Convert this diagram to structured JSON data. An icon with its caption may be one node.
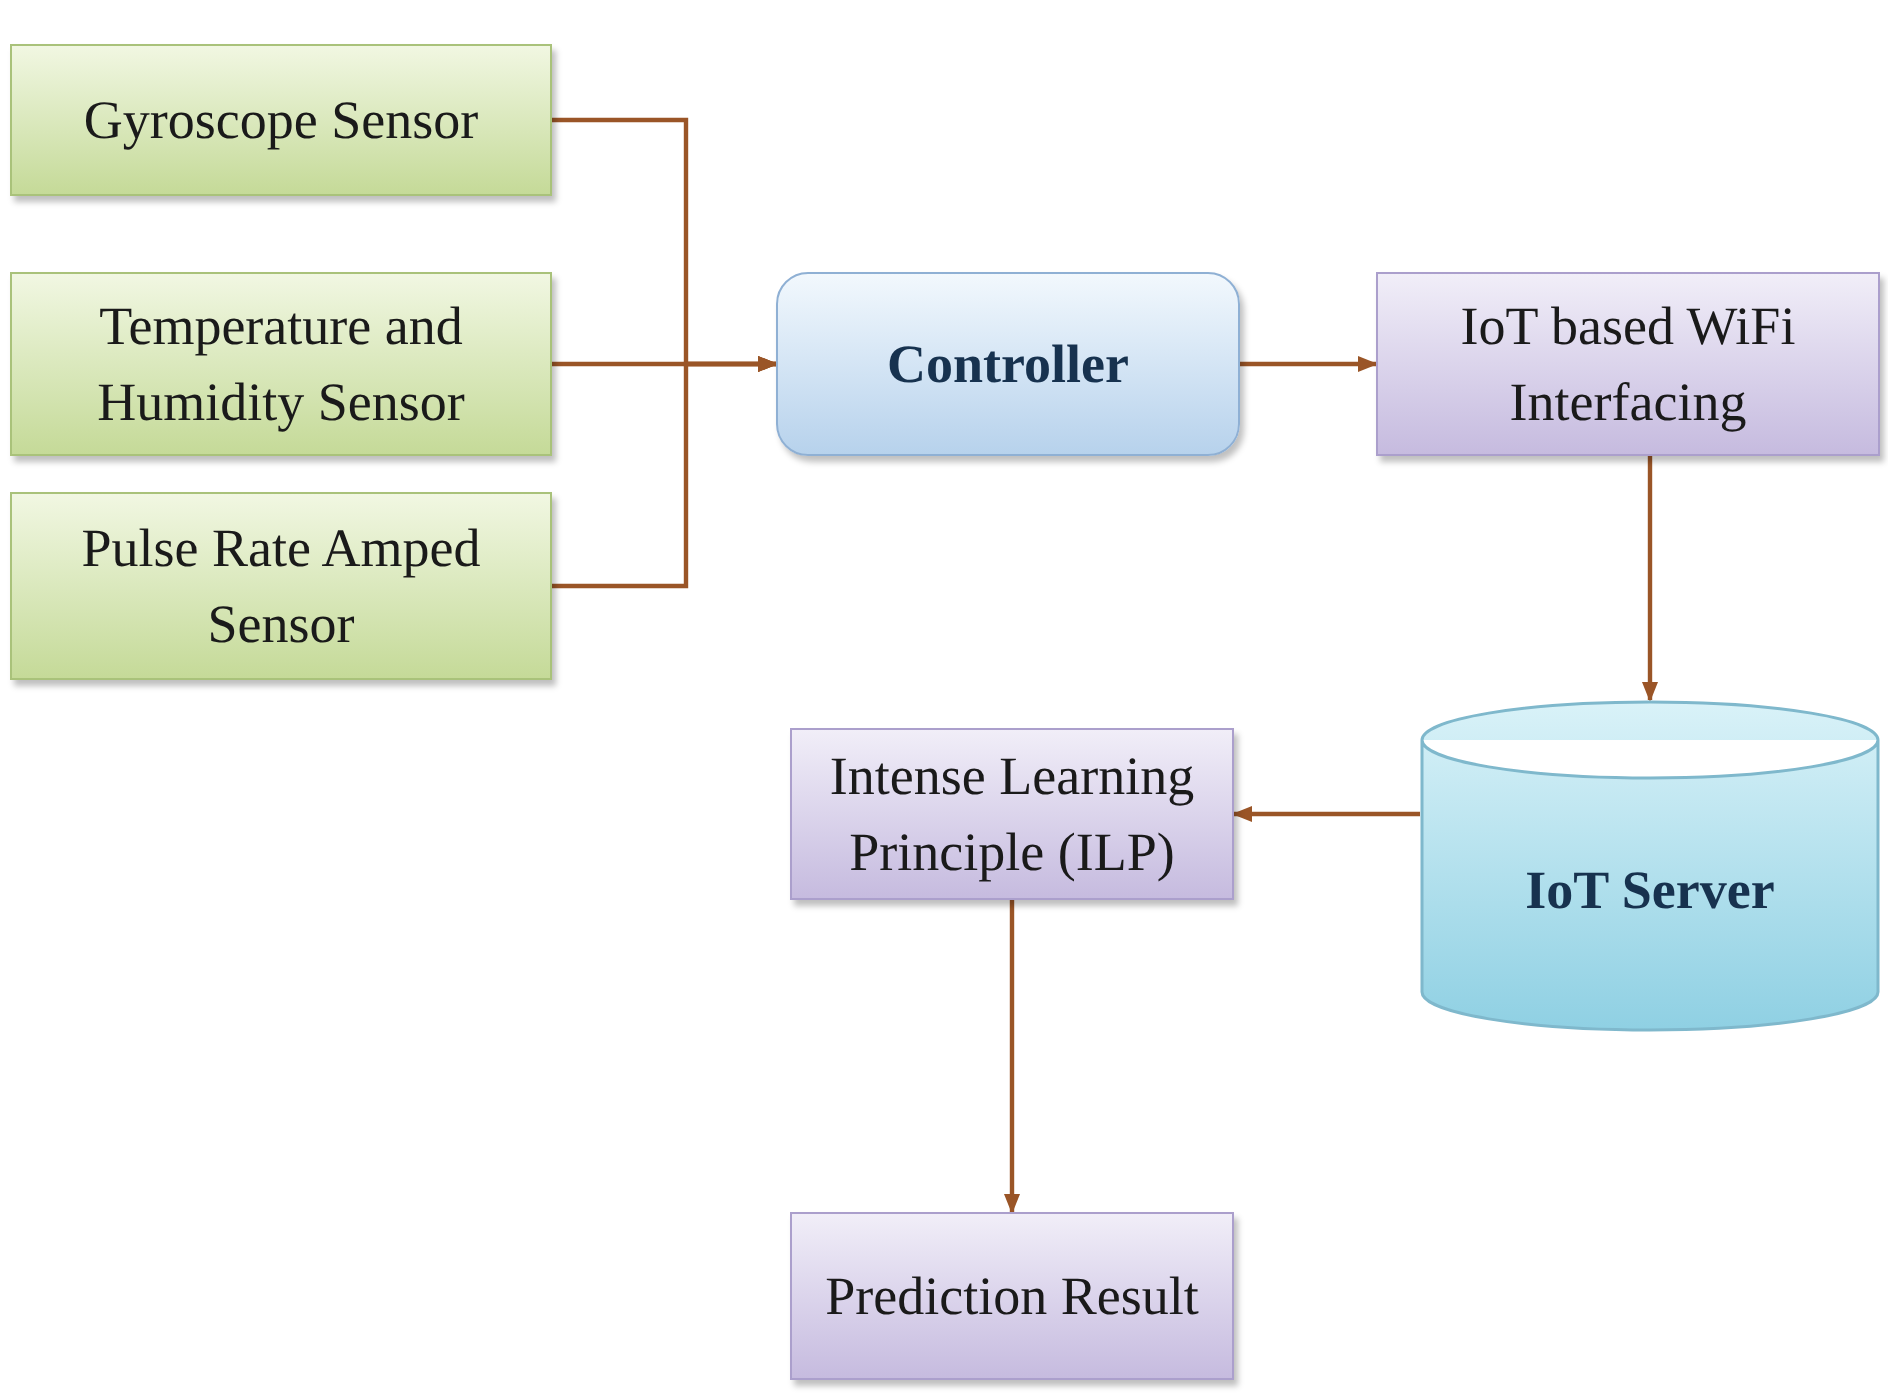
{
  "diagram": {
    "nodes": [
      {
        "text": [
          "Gyroscope Sensor"
        ]
      },
      {
        "text": [
          "Temperature and Humidity Sensor"
        ]
      },
      {
        "text": [
          "Pulse Rate Amped Sensor"
        ]
      },
      {
        "text": [
          "Controller"
        ]
      },
      {
        "text": [
          "IoT based WiFi Interfacing"
        ]
      },
      {
        "text": [
          "IoT Server"
        ]
      },
      {
        "text": [
          "Intense Learning Principle (ILP)"
        ]
      },
      {
        "text": [
          "Prediction Result"
        ]
      }
    ],
    "edges": [
      {
        "from": 0,
        "to": 3,
        "arrow": "to"
      },
      {
        "from": 1,
        "to": 3,
        "arrow": "to"
      },
      {
        "from": 2,
        "to": 3,
        "arrow": "to"
      },
      {
        "from": 3,
        "to": 4,
        "arrow": "to"
      },
      {
        "from": 4,
        "to": 5,
        "arrow": "to"
      },
      {
        "from": 5,
        "to": 6,
        "arrow": "to"
      },
      {
        "from": 6,
        "to": 7,
        "arrow": "to"
      }
    ]
  }
}
